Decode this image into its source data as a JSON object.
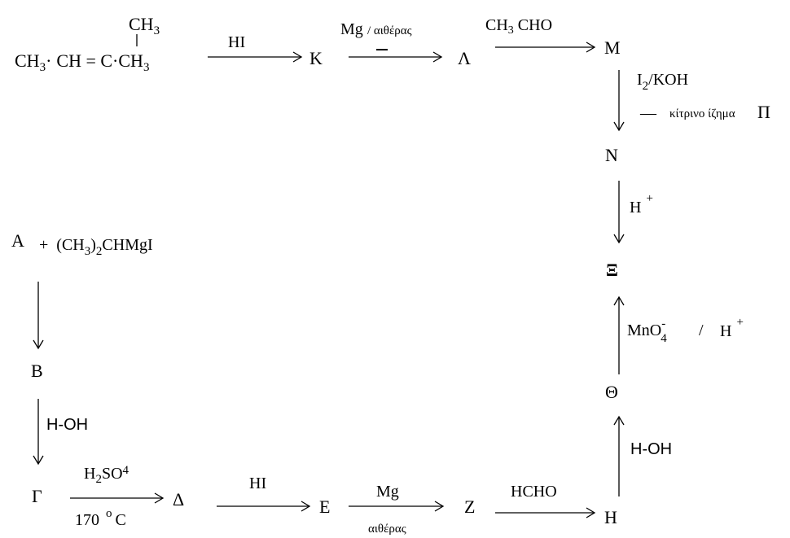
{
  "start": {
    "methyl_top": "CH",
    "methyl_top_sub": "3",
    "ch3": "CH",
    "ch3_sub": "3",
    "dot1": "·",
    "ch_eq": "CH = C",
    "dot2": "·",
    "ch3_right": "CH",
    "ch3_right_sub": "3"
  },
  "nodes": {
    "K": "K",
    "L": "Λ",
    "M": "M",
    "N": "N",
    "X": "Ξ",
    "A": "A",
    "B": "B",
    "G": "Γ",
    "D": "Δ",
    "E": "E",
    "Z": "Z",
    "H": "H",
    "TH": "Θ",
    "P": "Π"
  },
  "reagents": {
    "hi_1": "HI",
    "mg_ether_1": "Mg",
    "ether_small_1": "/  αιθέρας",
    "ch3cho": "CH",
    "ch3cho_sub": "3",
    "ch3cho_rest": " CHO",
    "i2": "I",
    "i2_sub": "2",
    "koh": "/KOH",
    "dash": "—",
    "yellow_ppt": "κίτρινο ίζημα",
    "hplus_1": "H",
    "hplus_1_sup": "+",
    "grignard_plus": "+",
    "grignard_a": "(CH",
    "grignard_sub3": "3",
    "grignard_paren": ")",
    "grignard_sub2": "2",
    "grignard_rest": "CHMgI",
    "h_oh_1": "H-OH",
    "h2so4_h": "H",
    "h2so4_sub": "2",
    "h2so4_rest": "SO",
    "h2so4_sub4": "4",
    "temp_val": "170",
    "temp_deg": "o",
    "temp_unit": "C",
    "hi_2": "HI",
    "mg_2": "Mg",
    "ether_small_2": "αιθέρας",
    "hcho": "HCHO",
    "h_oh_2": "H-OH",
    "mno4": "MnO",
    "mno4_sup": "-",
    "mno4_sub": "4",
    "slash": "/",
    "hplus_2": "H",
    "hplus_2_sup": "+"
  }
}
